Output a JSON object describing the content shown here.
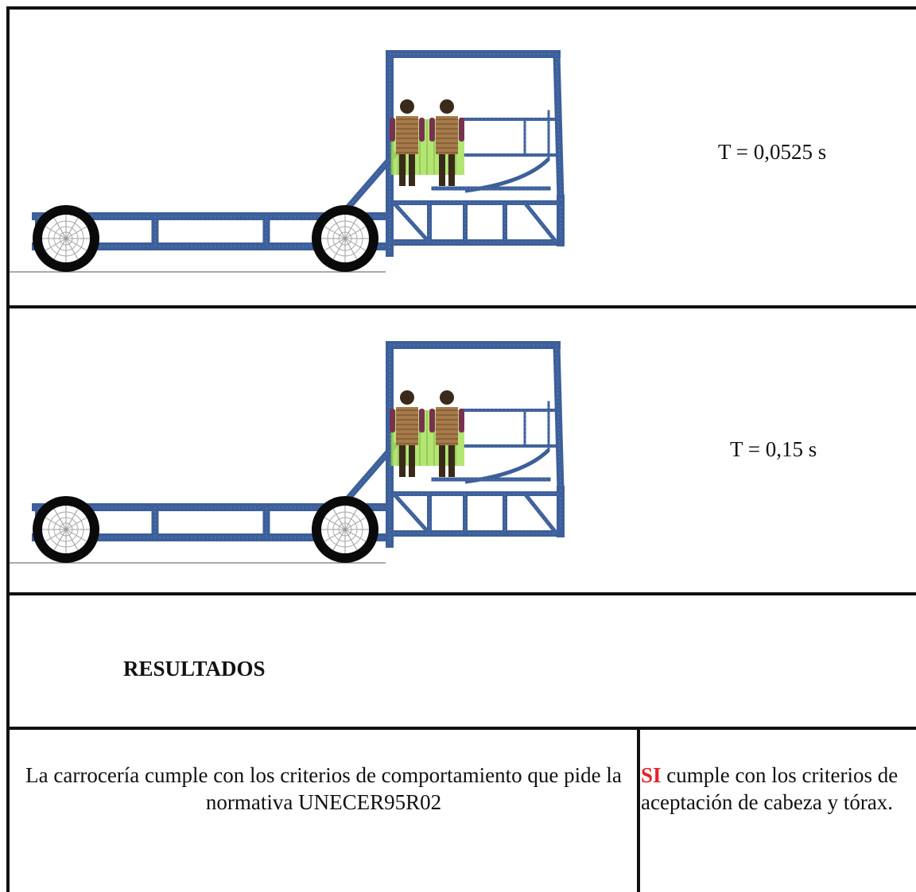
{
  "rows": [
    {
      "time_label": "T = 0,0525 s"
    },
    {
      "time_label": "T = 0,15 s"
    }
  ],
  "results": {
    "heading": "RESULTADOS",
    "description": "La carrocería cumple con los criterios de comportamiento que pide la normativa UNECER95R02",
    "verdict": "SI",
    "verdict_detail": " cumple con los criterios de aceptación de cabeza y tórax.",
    "verdict_color": "#e8202a"
  },
  "colors": {
    "frame": "#3d5f9a",
    "frame_light": "#5d7fb8",
    "tire": "#0a0a0a",
    "seat": "#a6e05a",
    "dummy_body": "#a77a4a",
    "dummy_arm": "#7a3050",
    "dummy_dark": "#3a2a1a"
  },
  "icons": {
    "vehicle": "vehicle-crash-simulation-icon"
  }
}
